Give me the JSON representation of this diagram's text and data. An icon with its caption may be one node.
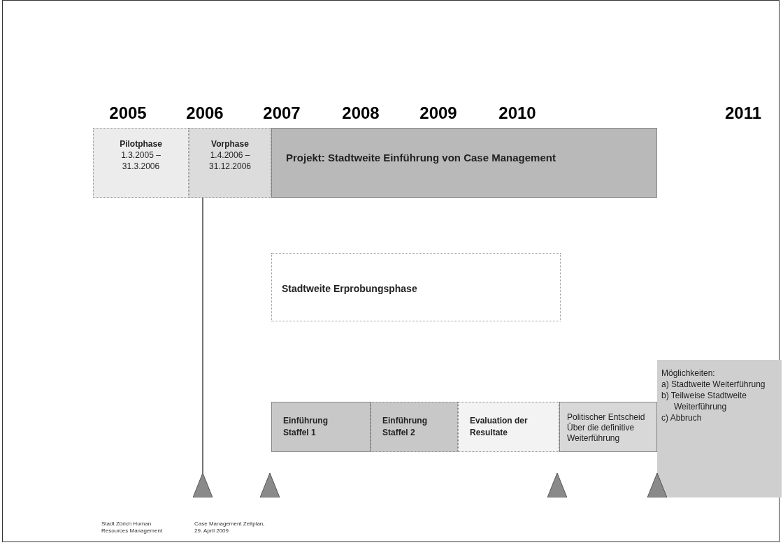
{
  "diagram": {
    "nodes": [
      {
        "text": [
          "Pilotphase",
          "1.3.2005 – 31.3.2006"
        ]
      },
      {
        "text": [
          "Vorphase",
          "1.4.2006 – 31.12.2006"
        ]
      },
      {
        "text": [
          "Projekt: Stadtweite Einführung von Case Management"
        ]
      },
      {
        "text": [
          "Stadtweite Erprobungsphase"
        ]
      },
      {
        "text": [
          "Einführung Staffel 1"
        ]
      },
      {
        "text": [
          "Einführung Staffel 2"
        ]
      },
      {
        "text": [
          "Evaluation der Resultate"
        ]
      },
      {
        "text": [
          "Politischer Entscheid Über die definitive Weiterführung"
        ]
      },
      {
        "text": [
          "Möglichkeiten:",
          "a) Stadtweite Weiterführung",
          "b) Teilweise Stadtweite Weiterführung",
          "c) Abbruch"
        ]
      },
      {
        "text": [],
        "shape": "triangle"
      },
      {
        "text": [],
        "shape": "triangle"
      },
      {
        "text": [],
        "shape": "triangle"
      },
      {
        "text": [],
        "shape": "triangle"
      }
    ],
    "edges": [
      {
        "from": 1,
        "to": 9,
        "arrow": "none"
      }
    ],
    "labels": [
      "2005",
      "2006",
      "2007",
      "2008",
      "2009",
      "2010",
      "2011",
      "Stadt Zürich Human Resources Management",
      "Case Management Zeitplan, 29. April 2009"
    ]
  }
}
